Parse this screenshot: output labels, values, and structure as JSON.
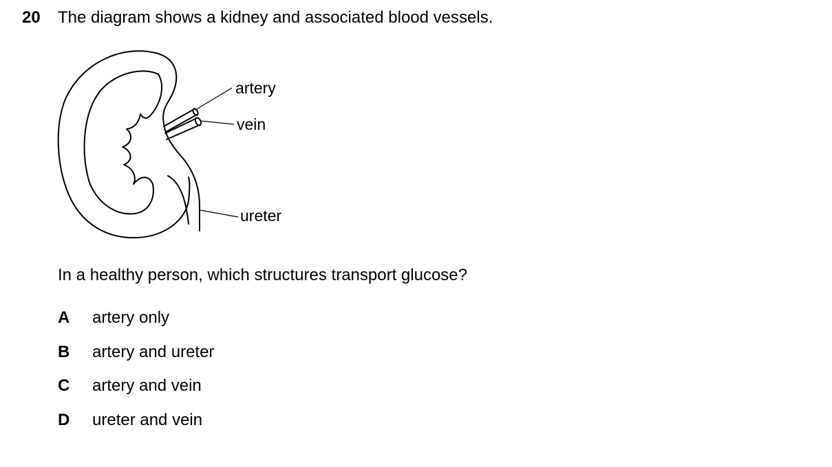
{
  "question": {
    "number": "20",
    "stem": "The diagram shows a kidney and associated blood vessels.",
    "prompt": "In a healthy person, which structures transport glucose?"
  },
  "diagram": {
    "labels": {
      "artery": "artery",
      "vein": "vein",
      "ureter": "ureter"
    }
  },
  "options": [
    {
      "letter": "A",
      "text": "artery only"
    },
    {
      "letter": "B",
      "text": "artery and ureter"
    },
    {
      "letter": "C",
      "text": "artery and vein"
    },
    {
      "letter": "D",
      "text": "ureter and vein"
    }
  ]
}
